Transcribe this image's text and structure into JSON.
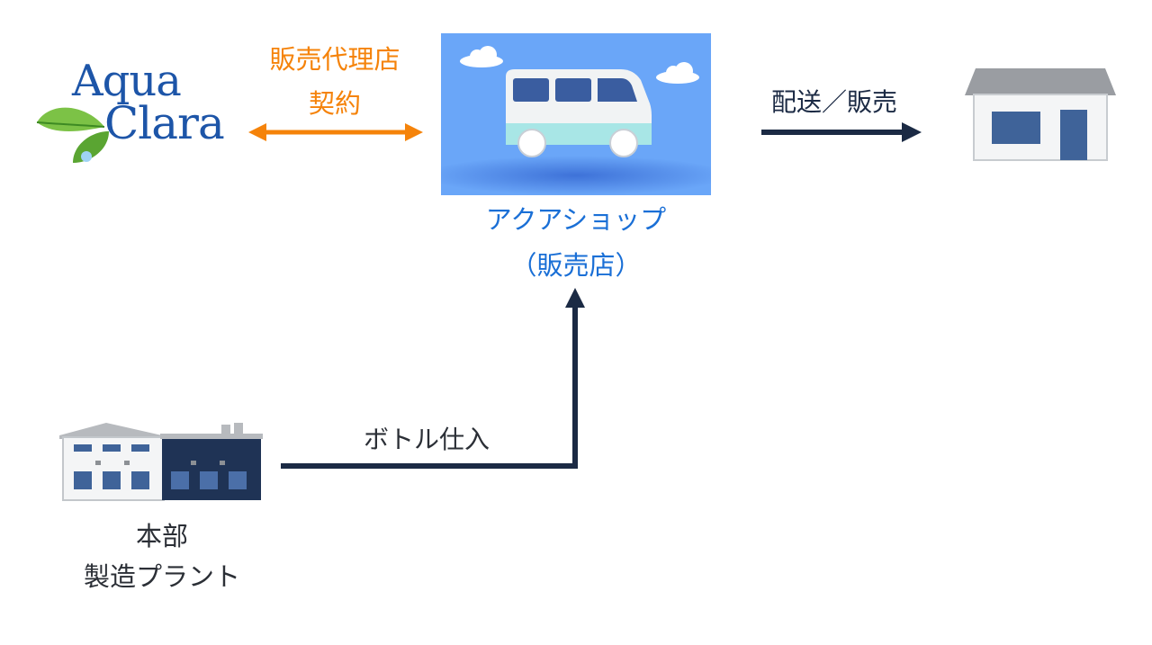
{
  "logo": {
    "line1": "Aqua",
    "line2": "Clara"
  },
  "contract_label": {
    "line1": "販売代理店",
    "line2": "契約"
  },
  "shop_label": {
    "line1": "アクアショップ",
    "line2": "（販売店）"
  },
  "delivery_label": "配送／販売",
  "supply_label": "ボトル仕入",
  "plant_label": {
    "line1": "本部",
    "line2": "製造プラント"
  },
  "colors": {
    "orange": "#f5830a",
    "navy": "#1b2a44",
    "shop_blue": "#1a6fd6",
    "sky": "#6aa6f8",
    "logo_blue": "#1d55a8",
    "leaf_green": "#6cb43e"
  },
  "icons": [
    "aqua-clara-logo",
    "bus-icon",
    "store-icon",
    "factory-icon"
  ]
}
